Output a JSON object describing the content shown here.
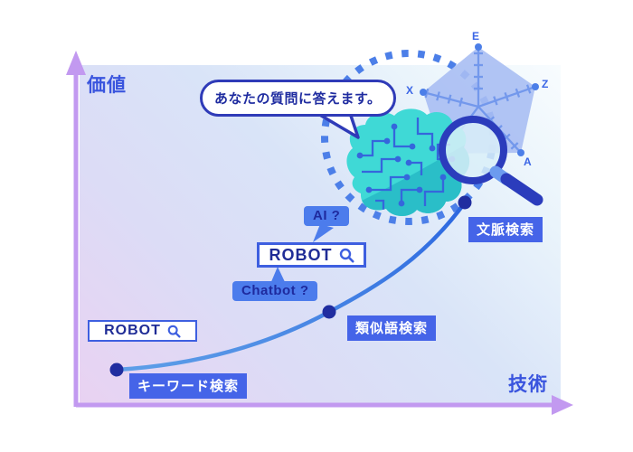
{
  "axes": {
    "y_label": "価値",
    "x_label": "技術",
    "label_color": "#3a55de",
    "arrow_color": "#c299f0"
  },
  "speech_bubble": {
    "text": "あなたの質問に答えます。",
    "text_color": "#1f2ca0",
    "border_color": "#2f3bb8"
  },
  "callouts": {
    "ai": "AI ?",
    "chatbot": "Chatbot ?",
    "bg_color": "#4c7cec",
    "text_color": "#1e2a9e"
  },
  "search_box_large": {
    "query": "ROBOT"
  },
  "search_box_small": {
    "query": "ROBOT"
  },
  "stages": [
    {
      "label": "キーワード検索"
    },
    {
      "label": "類似語検索"
    },
    {
      "label": "文脈検索"
    }
  ],
  "stage_style": {
    "bg_color": "#4564e8",
    "text_color": "#ffffff"
  },
  "radar": {
    "axis_labels": [
      "E",
      "Z",
      "A",
      "X"
    ]
  },
  "colors": {
    "curve_start": "#5e9fe8",
    "curve_end": "#2b66e0",
    "point_dot": "#202da0",
    "brain_teal": "#3fd9d6",
    "brain_teal_dark": "#2abec8",
    "circuit_blue": "#3566dc",
    "pentagon_fill": "#a9bef3",
    "dashed_circle": "#4c7fe8",
    "magnifier_navy": "#2b3cbc",
    "plot_bg_from": "#e9d2f2",
    "plot_bg_to": "#f8fcfe"
  }
}
